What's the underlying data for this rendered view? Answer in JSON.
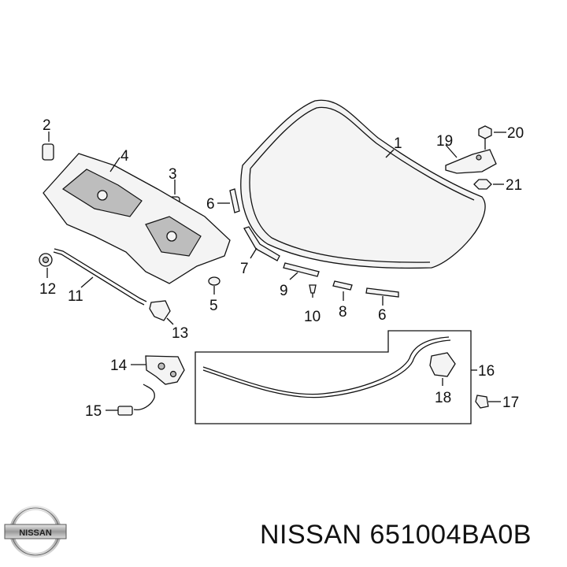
{
  "callouts": {
    "c1": "1",
    "c2": "2",
    "c3": "3",
    "c4": "4",
    "c5": "5",
    "c6a": "6",
    "c6b": "6",
    "c7": "7",
    "c8": "8",
    "c9": "9",
    "c10": "10",
    "c11": "11",
    "c12": "12",
    "c13": "13",
    "c14": "14",
    "c15": "15",
    "c16": "16",
    "c17": "17",
    "c18": "18",
    "c19": "19",
    "c20": "20",
    "c21": "21"
  },
  "caption": {
    "brand": "NISSAN",
    "part_number": "651004BA0B"
  },
  "logo": {
    "text": "NISSAN"
  }
}
